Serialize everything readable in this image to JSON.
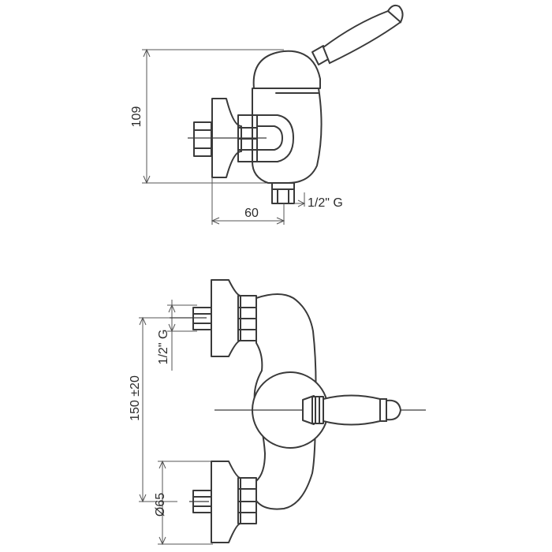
{
  "drawing": {
    "side_view": {
      "height_label": "109",
      "depth_label": "60",
      "outlet_thread_label": "1/2\" G"
    },
    "front_view": {
      "inlet_thread_label": "1/2\" G",
      "center_distance_label": "150 ±20",
      "flange_diameter_label": "Ø65"
    }
  }
}
